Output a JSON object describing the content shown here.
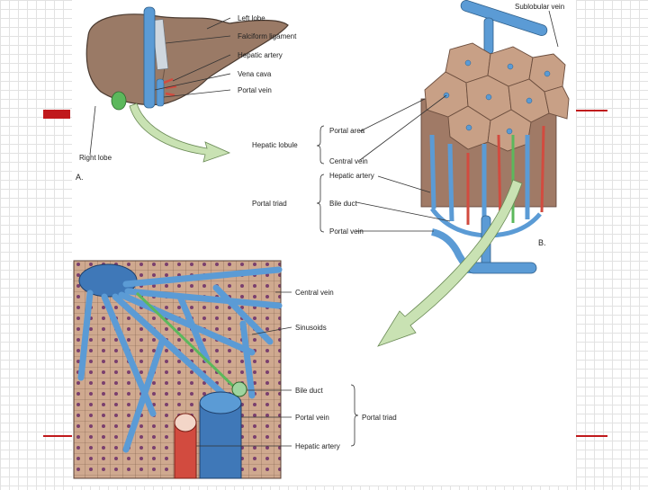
{
  "panel_a": {
    "letter": "A.",
    "labels": {
      "left_lobe": "Left lobe",
      "falciform": "Falciform ligament",
      "hepatic_artery": "Hepatic artery",
      "vena_cava": "Vena cava",
      "portal_vein": "Portal vein",
      "right_lobe": "Right lobe"
    }
  },
  "panel_b": {
    "letter": "B.",
    "labels": {
      "sublobular_vein": "Sublobular vein",
      "portal_area": "Portal area",
      "central_vein": "Central vein",
      "hepatic_artery": "Hepatic artery",
      "bile_duct": "Bile duct",
      "portal_vein": "Portal vein"
    },
    "groups": {
      "hepatic_lobule": "Hepatic lobule",
      "portal_triad": "Portal triad"
    }
  },
  "panel_c": {
    "labels": {
      "central_vein": "Central vein",
      "sinusoids": "Sinusoids",
      "bile_duct": "Bile duct",
      "portal_vein": "Portal vein",
      "hepatic_artery": "Hepatic artery"
    },
    "groups": {
      "portal_triad": "Portal triad"
    }
  },
  "colors": {
    "liver": "#9a7a66",
    "vein_blue": "#5b9bd5",
    "artery_red": "#d24b3f",
    "bile_green": "#5cb85c",
    "arrow_green": "#c9e2b3",
    "accent_red": "#c0191c"
  }
}
